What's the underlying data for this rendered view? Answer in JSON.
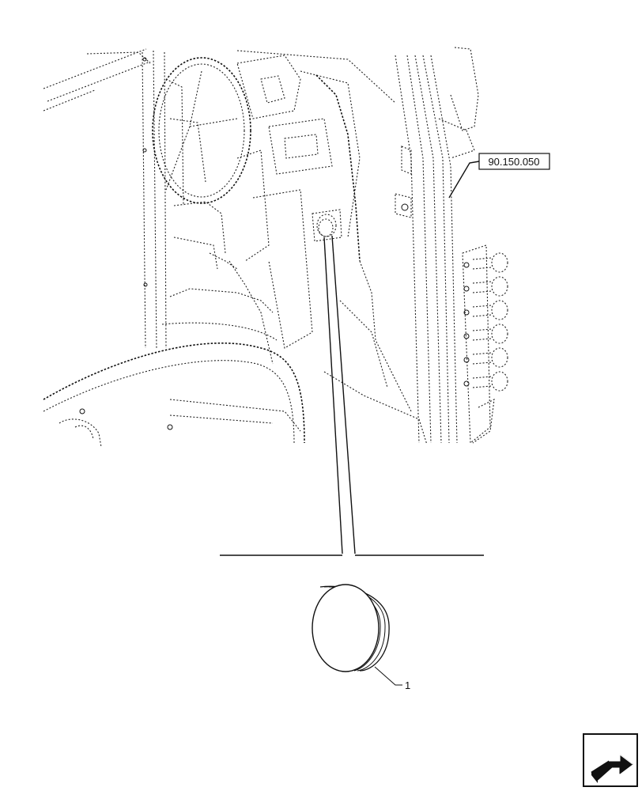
{
  "diagram": {
    "reference_label": "90.150.050",
    "callouts": [
      {
        "number": "1",
        "part": "plug"
      }
    ]
  },
  "icons": {
    "next_page": "next-page-arrow-icon"
  }
}
